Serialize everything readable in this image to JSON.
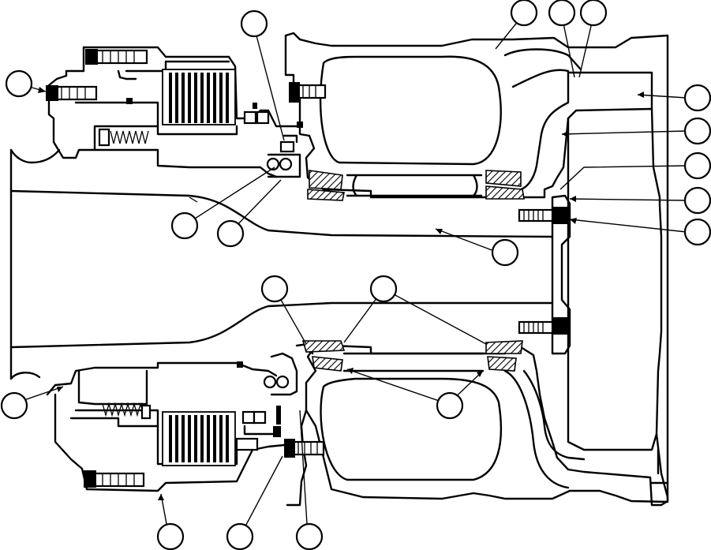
{
  "figure": {
    "callouts": [
      {
        "id": "c01",
        "label": ""
      },
      {
        "id": "c02",
        "label": ""
      },
      {
        "id": "c03",
        "label": ""
      },
      {
        "id": "c04",
        "label": ""
      },
      {
        "id": "c05",
        "label": ""
      },
      {
        "id": "c06",
        "label": ""
      },
      {
        "id": "c07",
        "label": ""
      },
      {
        "id": "c08",
        "label": ""
      },
      {
        "id": "c09",
        "label": ""
      },
      {
        "id": "c10",
        "label": ""
      },
      {
        "id": "c11",
        "label": ""
      },
      {
        "id": "c12",
        "label": ""
      },
      {
        "id": "c13",
        "label": ""
      },
      {
        "id": "c14",
        "label": ""
      },
      {
        "id": "c15",
        "label": ""
      },
      {
        "id": "c16",
        "label": ""
      },
      {
        "id": "c17",
        "label": ""
      },
      {
        "id": "c18",
        "label": ""
      },
      {
        "id": "c19",
        "label": ""
      },
      {
        "id": "c20",
        "label": ""
      }
    ]
  },
  "colors": {
    "line": "#000000",
    "background": "#ffffff"
  }
}
